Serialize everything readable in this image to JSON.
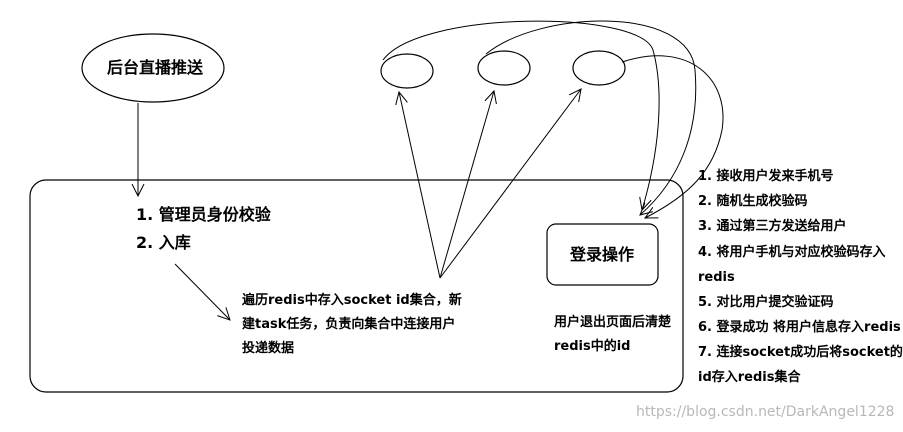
{
  "nodes": {
    "push_label": "后台直播推送",
    "login_label": "登录操作"
  },
  "server": {
    "step1": "1. 管理员身份校验",
    "step2": "2. 入库",
    "task_line1": "遍历redis中存入socket id集合，新",
    "task_line2": "建task任务，负责向集合中连接用户",
    "task_line3": "投递数据",
    "logout_line1": "用户退出页面后清楚",
    "logout_line2": "redis中的id"
  },
  "login_steps": [
    "1. 接收用户发来手机号",
    "2. 随机生成校验码",
    "3. 通过第三方发送给用户",
    "4. 将用户手机与对应校验码存入",
    "redis",
    "5. 对比用户提交验证码",
    "6. 登录成功 将用户信息存入redis",
    "7. 连接socket成功后将socket的",
    "id存入redis集合"
  ],
  "watermark": "https://blog.csdn.net/DarkAngel1228"
}
